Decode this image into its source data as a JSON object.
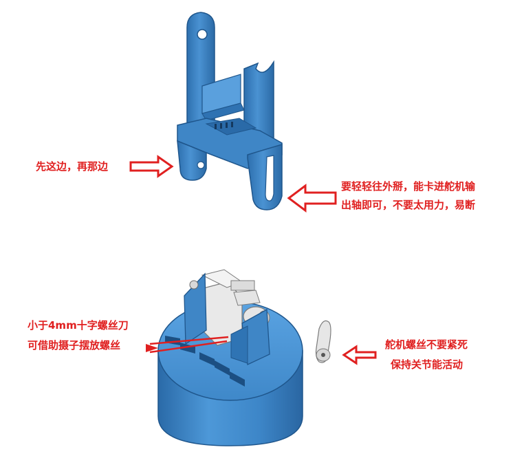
{
  "annotations": {
    "left_top": "先这边，再那边",
    "right_top_line1": "要轻轻往外掰，能卡进舵机输",
    "right_top_line2": "出轴即可，不要太用力，易断",
    "left_bottom_line1": "小于4mm十字螺丝刀",
    "left_bottom_line2": "可借助摄子摆放螺丝",
    "right_bottom_line1": "舵机螺丝不要紧死",
    "right_bottom_line2": "保持关节能活动"
  },
  "colors": {
    "annotation": "#e02020",
    "part_blue": "#3f86c6",
    "part_blue_dark": "#2b6aa6",
    "part_blue_light": "#6fb0e6",
    "servo_white": "#e9e9e9"
  }
}
